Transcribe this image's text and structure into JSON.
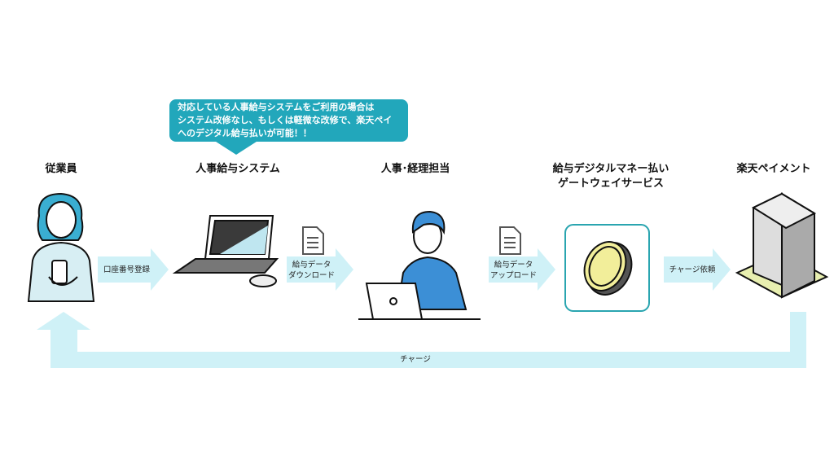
{
  "callout": {
    "lines": [
      "対応している人事給与システムをご利用の場合は",
      "システム改修なし、もしくは軽微な改修で、楽天ペイ",
      "へのデジタル給与払いが可能！！"
    ]
  },
  "nodes": {
    "employee": "従業員",
    "payroll_system": "人事給与システム",
    "hr_staff": "人事･経理担当",
    "gateway": [
      "給与デジタルマネー払い",
      "ゲートウェイサービス"
    ],
    "rakuten": "楽天ペイメント"
  },
  "arrows": {
    "account_registration": "口座番号登録",
    "download": [
      "給与データ",
      "ダウンロード"
    ],
    "upload": [
      "給与データ",
      "アップロード"
    ],
    "charge_request": "チャージ依頼",
    "charge": "チャージ"
  },
  "colors": {
    "accent": "#22a7bb",
    "flow": "#cff1f7",
    "box_border": "#2aa5b0"
  }
}
